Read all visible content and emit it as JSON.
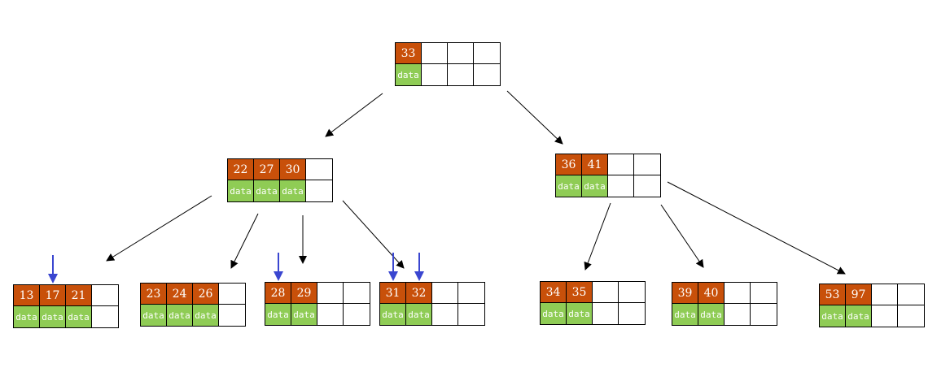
{
  "colors": {
    "key_fill": "#c8500a",
    "data_fill": "#8fcc55",
    "edge": "#000000",
    "marker": "#3a46d0"
  },
  "nodes": [
    {
      "id": "root",
      "keys": [
        "33"
      ],
      "data": [
        "data"
      ]
    },
    {
      "id": "l1a",
      "keys": [
        "22",
        "27",
        "30"
      ],
      "data": [
        "data",
        "data",
        "data"
      ]
    },
    {
      "id": "l1b",
      "keys": [
        "36",
        "41"
      ],
      "data": [
        "data",
        "data"
      ]
    },
    {
      "id": "leaf1",
      "keys": [
        "13",
        "17",
        "21"
      ],
      "data": [
        "data",
        "data",
        "data"
      ]
    },
    {
      "id": "leaf2",
      "keys": [
        "23",
        "24",
        "26"
      ],
      "data": [
        "data",
        "data",
        "data"
      ]
    },
    {
      "id": "leaf3",
      "keys": [
        "28",
        "29"
      ],
      "data": [
        "data",
        "data"
      ]
    },
    {
      "id": "leaf4",
      "keys": [
        "31",
        "32"
      ],
      "data": [
        "data",
        "data"
      ]
    },
    {
      "id": "leaf5",
      "keys": [
        "34",
        "35"
      ],
      "data": [
        "data",
        "data"
      ]
    },
    {
      "id": "leaf6",
      "keys": [
        "39",
        "40"
      ],
      "data": [
        "data",
        "data"
      ]
    },
    {
      "id": "leaf7",
      "keys": [
        "53",
        "97"
      ],
      "data": [
        "data",
        "data"
      ]
    }
  ],
  "edges": [
    {
      "from": "root",
      "to": "l1a"
    },
    {
      "from": "root",
      "to": "l1b"
    },
    {
      "from": "l1a",
      "to": "leaf1"
    },
    {
      "from": "l1a",
      "to": "leaf2"
    },
    {
      "from": "l1a",
      "to": "leaf3"
    },
    {
      "from": "l1a",
      "to": "leaf4"
    },
    {
      "from": "l1b",
      "to": "leaf5"
    },
    {
      "from": "l1b",
      "to": "leaf6"
    },
    {
      "from": "l1b",
      "to": "leaf7"
    }
  ],
  "markers": [
    {
      "node": "leaf1",
      "key": "17"
    },
    {
      "node": "leaf3",
      "key": "28"
    },
    {
      "node": "leaf4",
      "key": "31"
    },
    {
      "node": "leaf4",
      "key": "32"
    }
  ]
}
